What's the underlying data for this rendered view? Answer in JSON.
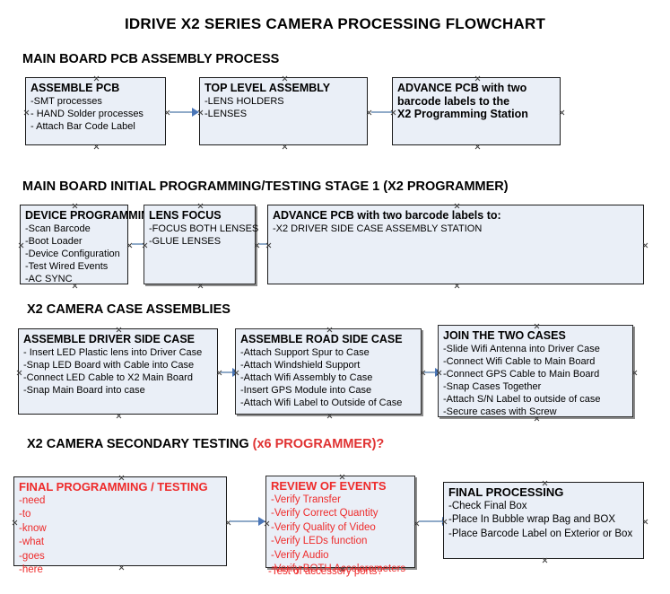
{
  "document": {
    "title": "IDRIVE X2  SERIES CAMERA PROCESSING FLOWCHART",
    "colors": {
      "node_fill": "#eaeff7",
      "node_border": "#1a1a1a",
      "connector": "#8faac8",
      "arrow_head": "#4a76b8",
      "red_text": "#ee2b2b",
      "heading_text": "#000000"
    }
  },
  "sections": [
    {
      "id": "main-board-pcb-assembly-process",
      "heading": "MAIN BOARD PCB ASSEMBLY PROCESS",
      "heading_accent": "",
      "nodes": [
        {
          "id": "assemble-pcb",
          "header": "ASSEMBLE PCB",
          "lines": [
            "-SMT processes",
            "- HAND Solder processes",
            "- Attach Bar Code Label"
          ]
        },
        {
          "id": "top-level-assembly",
          "header": "TOP LEVEL ASSEMBLY",
          "lines": [
            "-LENS HOLDERS",
            "-LENSES"
          ]
        },
        {
          "id": "advance-pcb-to-x2-programming-station",
          "header": "ADVANCE PCB with two",
          "lines": [
            "barcode labels to the",
            " X2 Programming Station"
          ]
        }
      ]
    },
    {
      "id": "main-board-initial-programming-testing-stage-1",
      "heading": "MAIN BOARD INITIAL PROGRAMMING/TESTING STAGE 1 (X2 PROGRAMMER)",
      "heading_accent": "",
      "nodes": [
        {
          "id": "device-programming",
          "header": "DEVICE PROGRAMMING",
          "lines": [
            "-Scan Barcode",
            "-Boot Loader",
            "-Device Configuration",
            "-Test Wired Events",
            "-AC SYNC"
          ]
        },
        {
          "id": "lens-focus",
          "header": "LENS FOCUS",
          "lines": [
            "-FOCUS BOTH LENSES",
            "-GLUE LENSES"
          ]
        },
        {
          "id": "advance-pcb-to-driver-side-case-assembly-station",
          "header": "ADVANCE PCB with two barcode labels to:",
          "lines": [
            "-X2 DRIVER  SIDE  CASE  ASSEMBLY STATION"
          ]
        }
      ]
    },
    {
      "id": "x2-camera-case-assemblies",
      "heading": "X2 CAMERA CASE ASSEMBLIES",
      "heading_accent": "",
      "nodes": [
        {
          "id": "assemble-driver-side-case",
          "header": "ASSEMBLE DRIVER SIDE CASE",
          "lines": [
            "- Insert LED Plastic lens into Driver Case",
            "-Snap LED Board with Cable into Case",
            "-Connect LED Cable to X2 Main Board",
            "-Snap Main Board into case"
          ]
        },
        {
          "id": "assemble-road-side-case",
          "header": "ASSEMBLE ROAD SIDE CASE",
          "lines": [
            "-Attach Support Spur to Case",
            "-Attach Windshield Support",
            "-Attach Wifi Assembly to Case",
            "-Insert GPS Module into Case",
            "-Attach Wifi Label to Outside of Case"
          ]
        },
        {
          "id": "join-the-two-cases",
          "header": "JOIN THE TWO CASES",
          "lines": [
            "-Slide Wifi Antenna into Driver Case",
            "-Connect Wifi Cable to Main Board",
            "-Connect GPS Cable to Main Board",
            "-Snap Cases Together",
            "-Attach S/N Label to outside of case",
            "-Secure cases with Screw"
          ]
        }
      ]
    },
    {
      "id": "x2-camera-secondary-testing",
      "heading": "X2 CAMERA SECONDARY TESTING ",
      "heading_accent": "(x6 PROGRAMMER)?",
      "nodes": [
        {
          "id": "final-programming-testing",
          "header": "FINAL PROGRAMMING / TESTING",
          "lines": [
            "-need",
            "-to",
            "-know",
            "-what",
            "-goes",
            "-here"
          ]
        },
        {
          "id": "review-of-events",
          "header": "REVIEW OF EVENTS",
          "lines": [
            "-Verify Transfer",
            "-Verify Correct Quantity",
            "-Verify Quality of Video",
            "-Verify LEDs function",
            "-Verify Audio",
            "-Verify BOTH Accelerometers"
          ],
          "overflow_line": "-Test of accessory ports?"
        },
        {
          "id": "final-processing",
          "header": "FINAL PROCESSING",
          "lines": [
            " -Check Final Box",
            "-Place In Bubble wrap Bag and BOX",
            "-Place Barcode Label on Exterior or Box"
          ]
        }
      ]
    }
  ]
}
